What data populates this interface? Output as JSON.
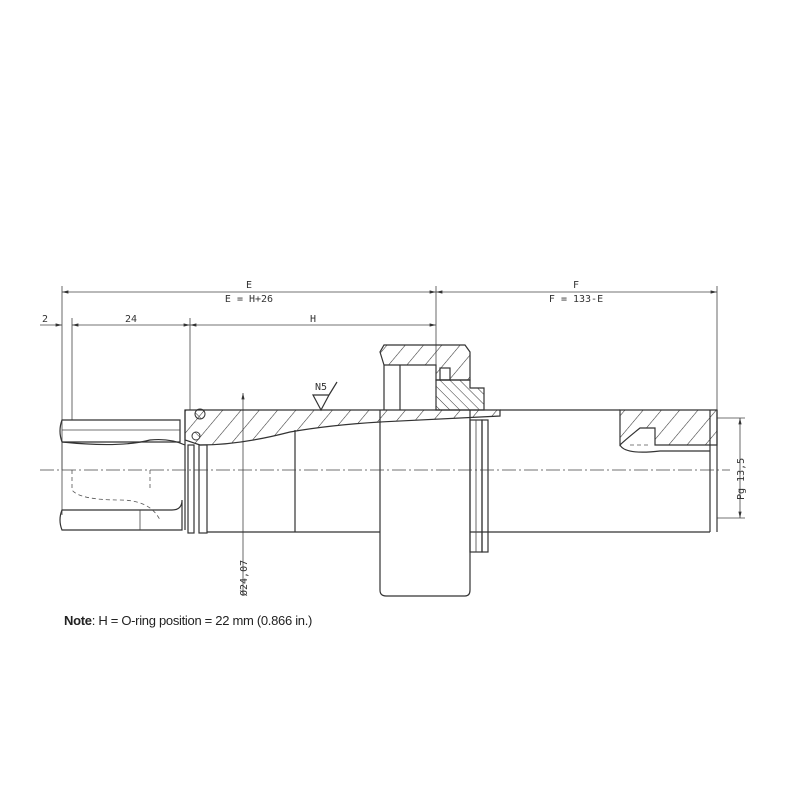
{
  "dimensions": {
    "e_label": "E",
    "e_formula": "E = H+26",
    "f_label": "F",
    "f_formula": "F = 133-E",
    "offset_2": "2",
    "offset_24": "24",
    "h_label": "H",
    "surface_finish": "N5",
    "diameter": "Ø24,07",
    "thread": "Pg 13,5"
  },
  "note": {
    "prefix": "Note",
    "text": ": H = O-ring position = 22 mm (0.866 in.)"
  }
}
